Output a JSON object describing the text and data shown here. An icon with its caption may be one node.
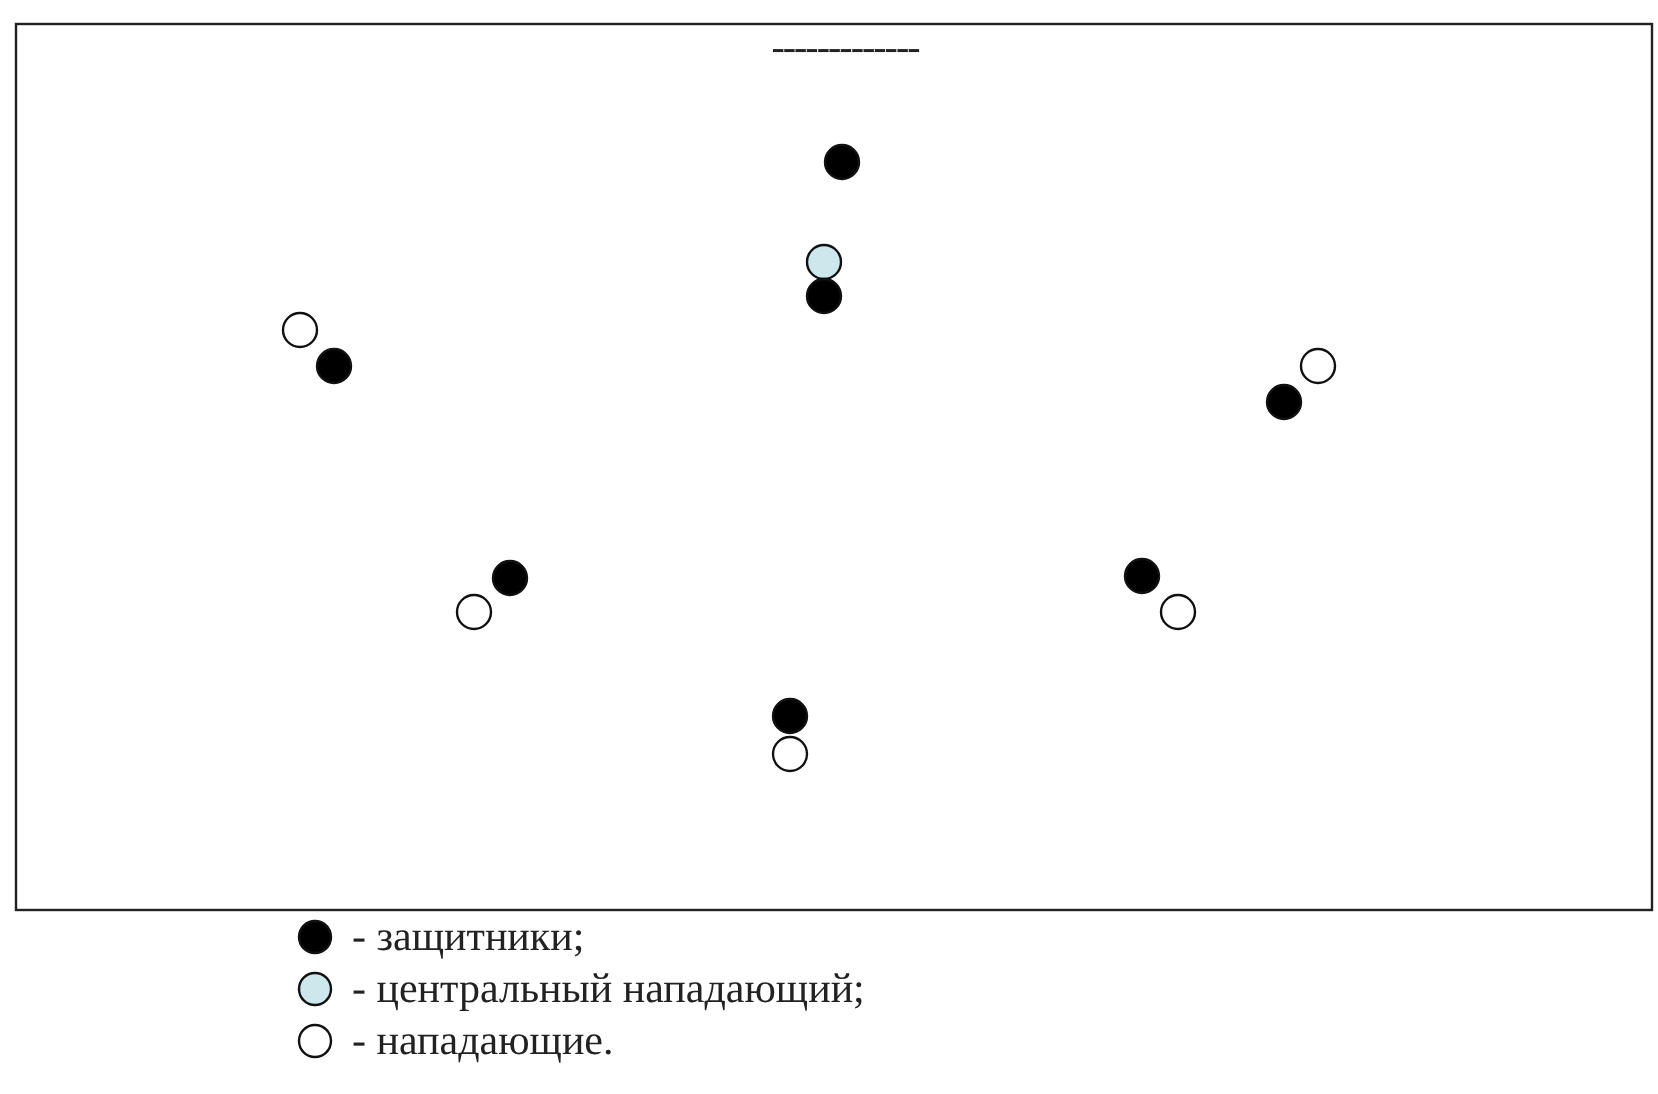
{
  "diagram": {
    "labels": [
      "-------------"
    ],
    "legend": [
      {
        "text": "- защитники;"
      },
      {
        "text": "- центральный нападающий;"
      },
      {
        "text": "- нападающие."
      }
    ]
  }
}
